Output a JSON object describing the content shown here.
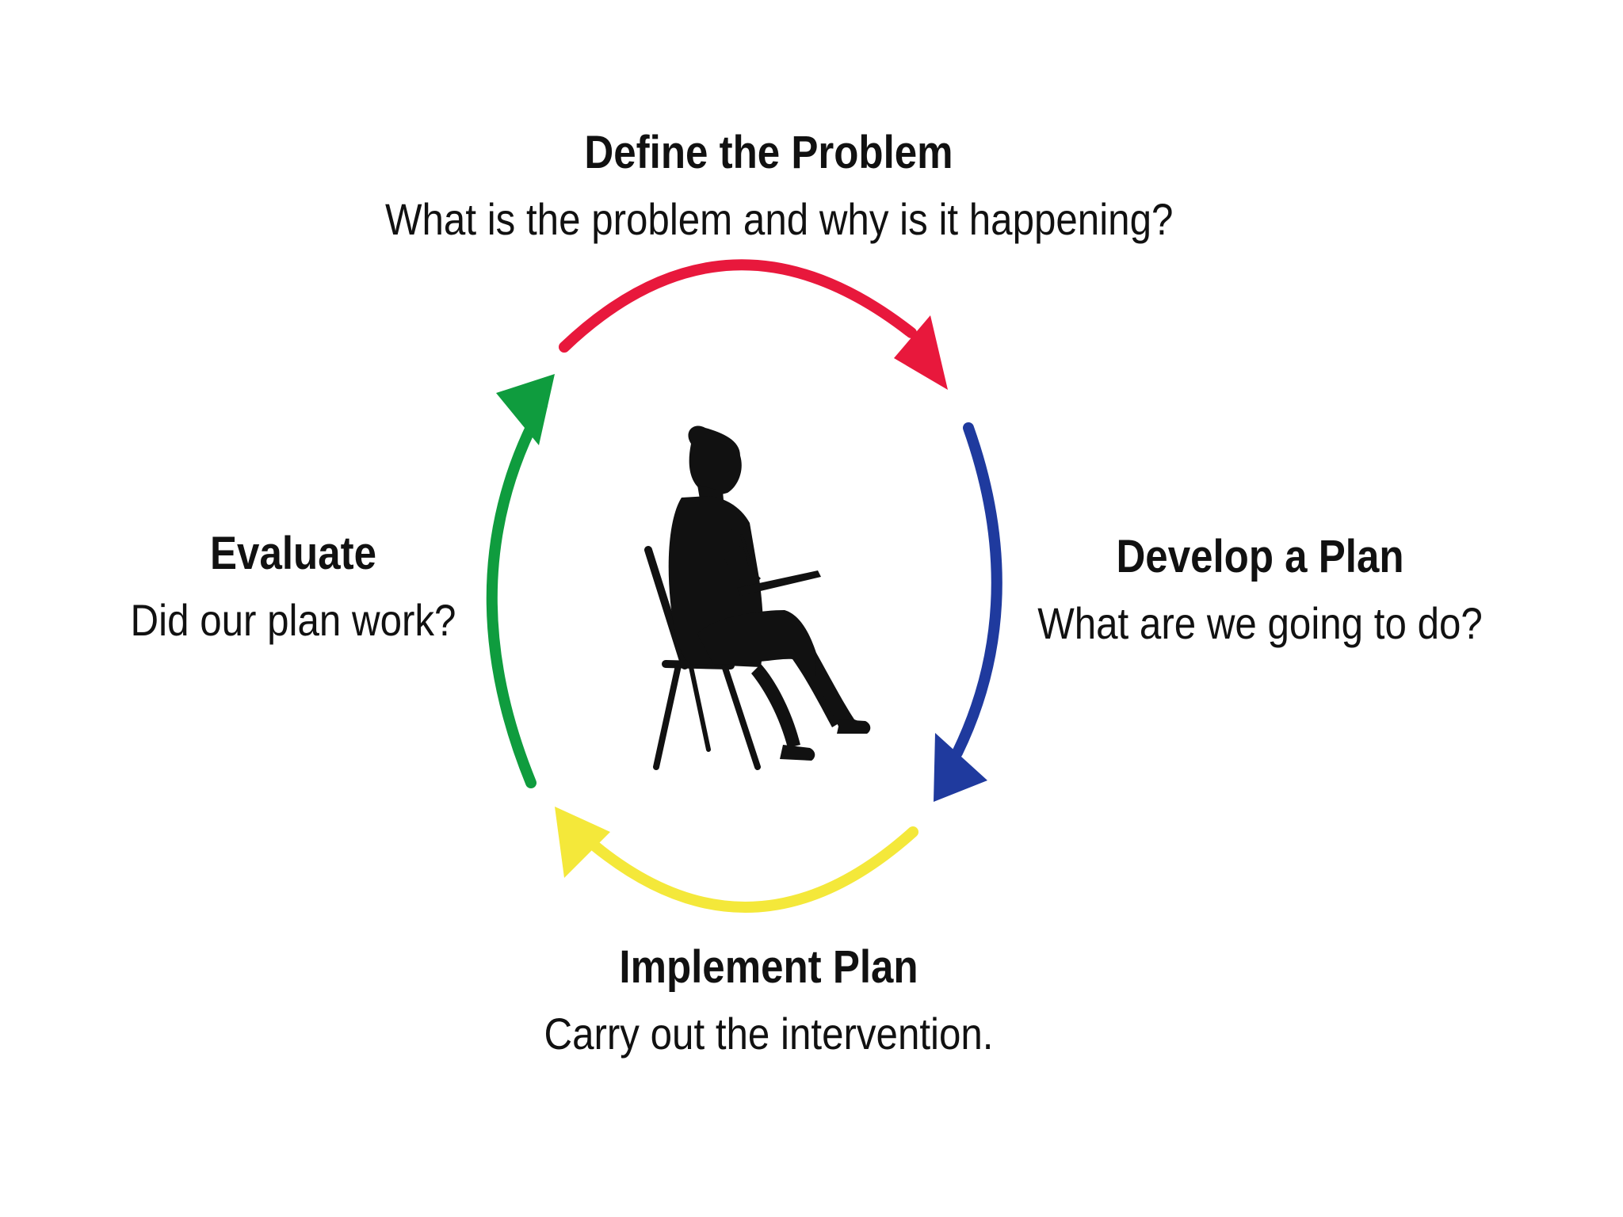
{
  "stages": [
    {
      "id": "define",
      "title": "Define the Problem",
      "question": "What is the problem and why is it happening?",
      "arrow_color": "#e8183c"
    },
    {
      "id": "develop",
      "title": "Develop a Plan",
      "question": "What are we going to do?",
      "arrow_color": "#1f3a9e"
    },
    {
      "id": "implement",
      "title": "Implement Plan",
      "question": "Carry out the intervention.",
      "arrow_color": "#f4e83a"
    },
    {
      "id": "evaluate",
      "title": "Evaluate",
      "question": "Did our plan work?",
      "arrow_color": "#0f9c3e"
    }
  ],
  "center_figure": "person-writing-icon"
}
